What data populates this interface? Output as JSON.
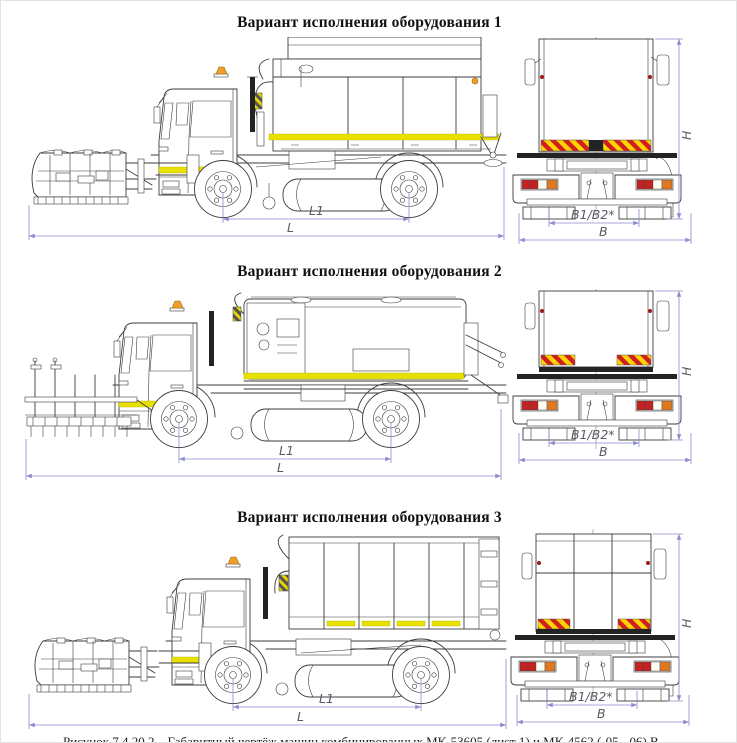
{
  "page": {
    "titles": [
      "Вариант исполнения оборудования 1",
      "Вариант исполнения оборудования 2",
      "Вариант исполнения оборудования 3"
    ],
    "caption": "Рисунок 7.4.20.2 – Габаритный чертёж машин комбинированных МК-53605 (лист 1) и МК-4562 (-05, -06) В"
  },
  "dims": {
    "l1": "L1",
    "l": "L",
    "b1b2": "B1/B2*",
    "b": "B",
    "h": "H"
  },
  "icons": {
    "beacon": "beacon-light-icon",
    "hatch": "warning-hatch-stripe"
  },
  "colors": {
    "ink": "#3c3c3c",
    "dim": "#8a8ace",
    "stripe": "#e8e000",
    "beacon": "#f0a028",
    "hred": "#cf1f1f",
    "hyellow": "#ffd400",
    "lred": "#c32222",
    "lorange": "#e07820"
  }
}
